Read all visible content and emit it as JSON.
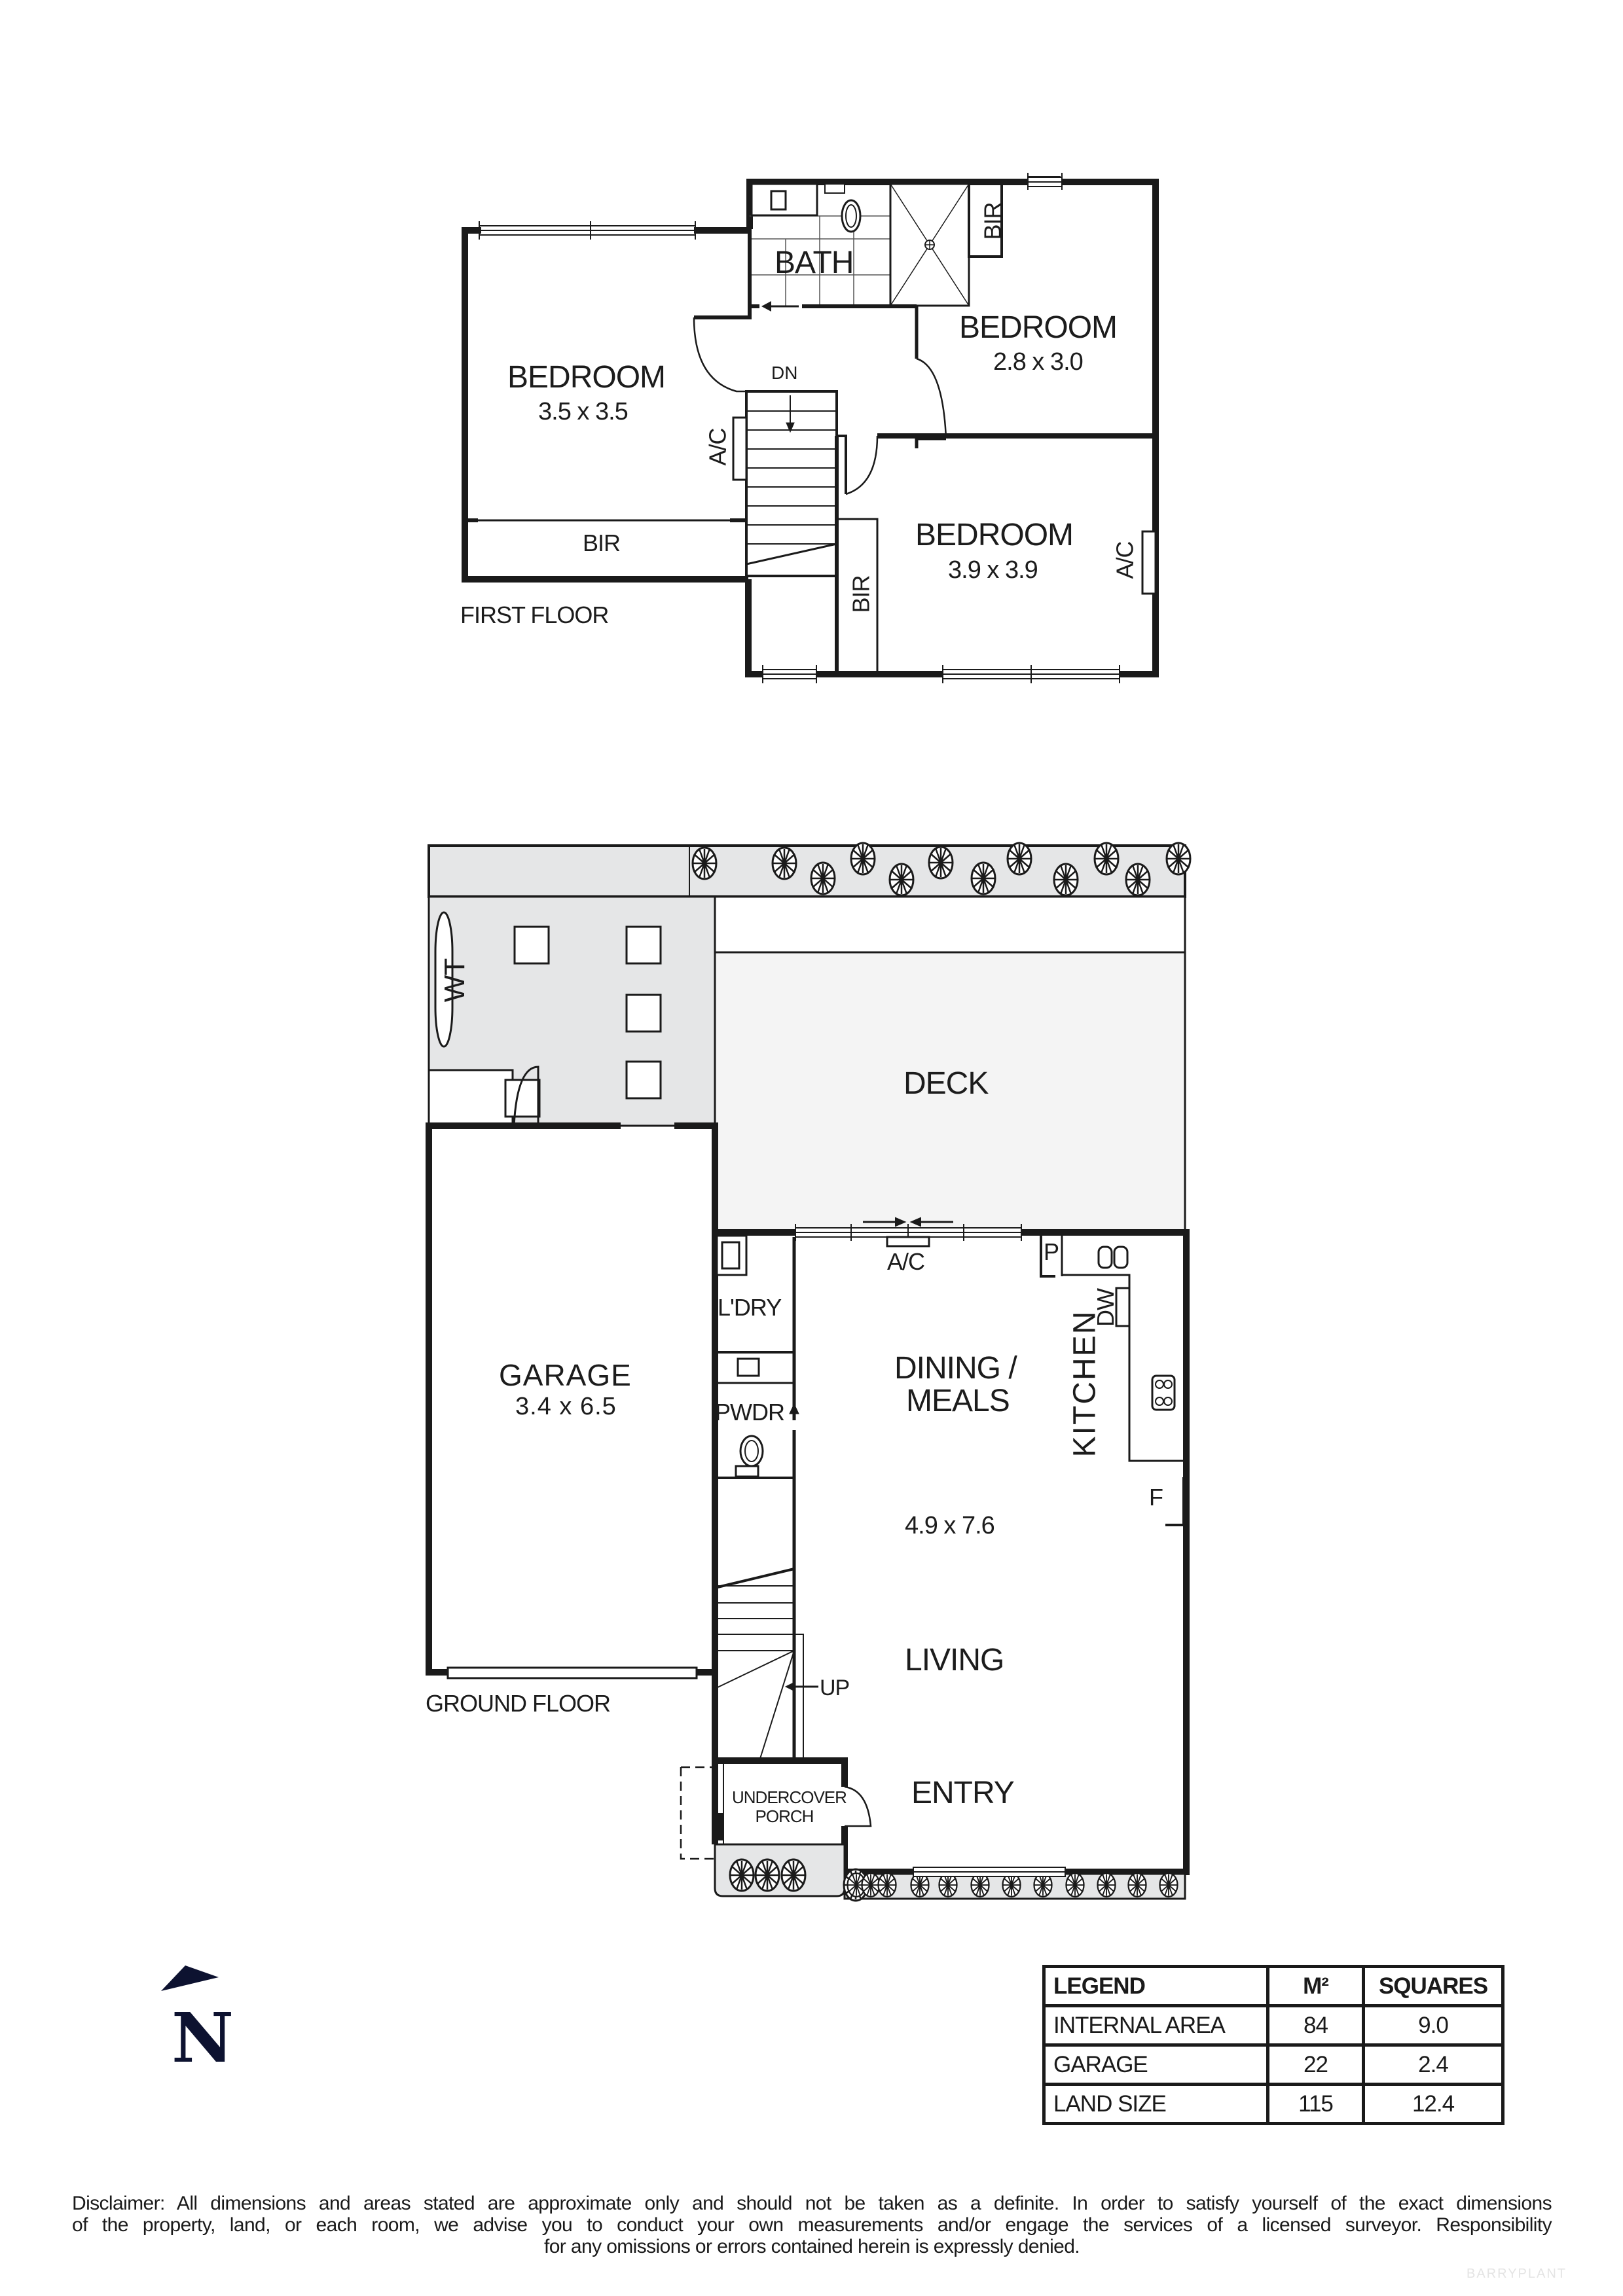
{
  "first_floor": {
    "label": "FIRST FLOOR",
    "rooms": {
      "bath": {
        "name": "BATH"
      },
      "bedroom_left": {
        "name": "BEDROOM",
        "dims": "3.5 x 3.5"
      },
      "bedroom_right_top": {
        "name": "BEDROOM",
        "dims": "2.8 x 3.0"
      },
      "bedroom_right_bottom": {
        "name": "BEDROOM",
        "dims": "3.9 x 3.9"
      }
    },
    "annotations": {
      "bir_top": "BIR",
      "bir_left": "BIR",
      "bir_center": "BIR",
      "ac_stair": "A/C",
      "ac_bedroom": "A/C",
      "stair_dir": "DN"
    }
  },
  "ground_floor": {
    "label": "GROUND FLOOR",
    "rooms": {
      "deck": {
        "name": "DECK"
      },
      "garage": {
        "name": "GARAGE",
        "dims": "3.4 x 6.5"
      },
      "laundry": {
        "name": "L'DRY"
      },
      "powder": {
        "name": "PWDR"
      },
      "dining": {
        "name": "DINING /",
        "name2": "MEALS"
      },
      "kitchen": {
        "name": "KITCHEN"
      },
      "living": {
        "name": "LIVING",
        "dims": "4.9 x 7.6"
      },
      "entry": {
        "name": "ENTRY"
      },
      "porch": {
        "name": "UNDERCOVER",
        "name2": "PORCH"
      }
    },
    "annotations": {
      "water_tank": "WT",
      "ac": "A/C",
      "pantry": "P",
      "dishwasher": "DW",
      "fridge": "F",
      "stair_dir": "UP"
    }
  },
  "compass": {
    "label": "N"
  },
  "legend": {
    "headers": [
      "LEGEND",
      "M²",
      "SQUARES"
    ],
    "rows": [
      {
        "label": "INTERNAL AREA",
        "m2": "84",
        "squares": "9.0"
      },
      {
        "label": "GARAGE",
        "m2": "22",
        "squares": "2.4"
      },
      {
        "label": "LAND SIZE",
        "m2": "115",
        "squares": "12.4"
      }
    ]
  },
  "disclaimer": {
    "line1": "Disclaimer: All dimensions and areas stated are approximate only and should not be taken as a definite. In order to satisfy yourself of the exact dimensions",
    "line2": "of the property, land, or each room, we advise you to conduct your own measurements and/or engage the services of a licensed surveyor. Responsibility",
    "line3": "for any omissions or errors contained herein is expressly denied."
  },
  "watermark": "BARRYPLANT",
  "colors": {
    "wall": "#1a1a1a",
    "garden": "#e5e6e7",
    "deck": "#f4f4f4",
    "north": "#0d1230"
  }
}
